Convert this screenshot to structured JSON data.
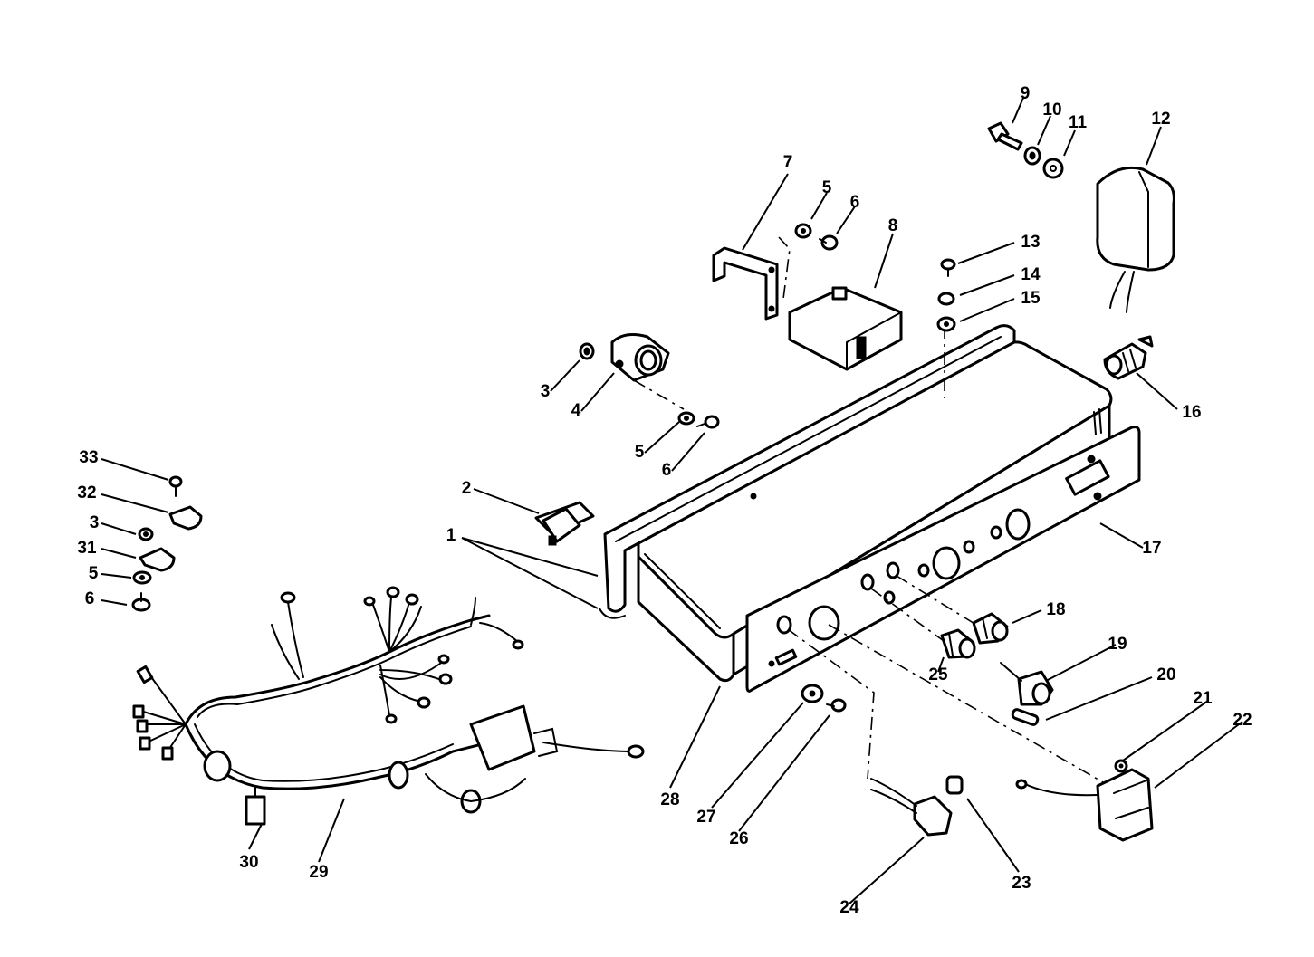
{
  "callouts": [
    {
      "label": "1"
    },
    {
      "label": "2"
    },
    {
      "label": "3"
    },
    {
      "label": "4"
    },
    {
      "label": "5"
    },
    {
      "label": "6"
    },
    {
      "label": "7"
    },
    {
      "label": "5"
    },
    {
      "label": "6"
    },
    {
      "label": "8"
    },
    {
      "label": "9"
    },
    {
      "label": "10"
    },
    {
      "label": "11"
    },
    {
      "label": "12"
    },
    {
      "label": "13"
    },
    {
      "label": "14"
    },
    {
      "label": "15"
    },
    {
      "label": "16"
    },
    {
      "label": "17"
    },
    {
      "label": "18"
    },
    {
      "label": "19"
    },
    {
      "label": "20"
    },
    {
      "label": "21"
    },
    {
      "label": "22"
    },
    {
      "label": "23"
    },
    {
      "label": "24"
    },
    {
      "label": "25"
    },
    {
      "label": "26"
    },
    {
      "label": "27"
    },
    {
      "label": "28"
    },
    {
      "label": "29"
    },
    {
      "label": "30"
    },
    {
      "label": "33"
    },
    {
      "label": "32"
    },
    {
      "label": "3"
    },
    {
      "label": "31"
    },
    {
      "label": "5"
    },
    {
      "label": "6"
    }
  ]
}
